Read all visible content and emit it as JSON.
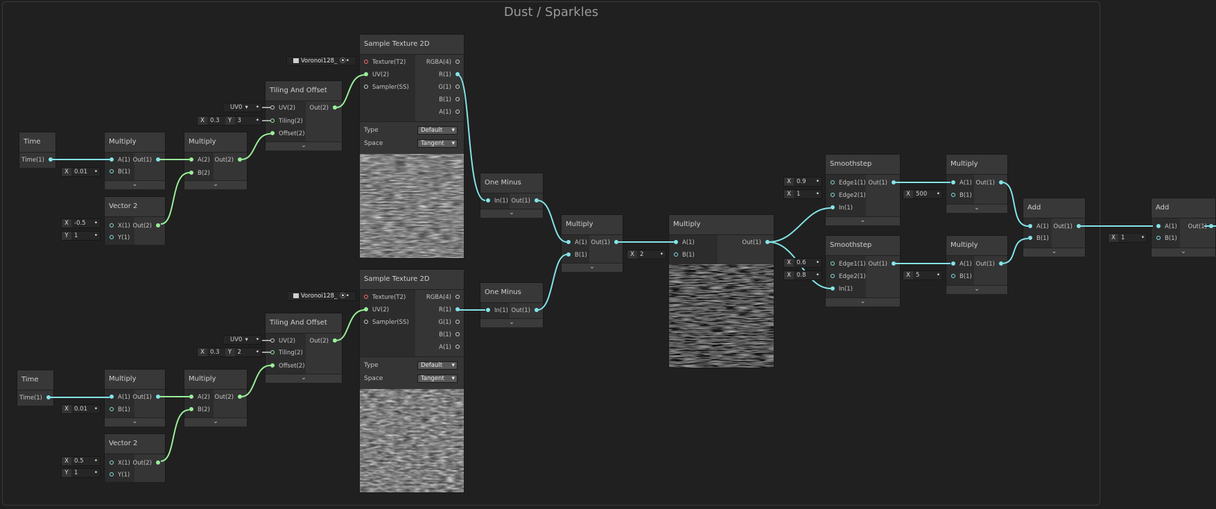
{
  "group": {
    "title": "Dust / Sparkles"
  },
  "colors": {
    "float_wire": "#84e4e7",
    "vector2_wire": "#9af09a",
    "texture_port": "#ff6d6d",
    "background": "#202020",
    "node_body": "#2f2f2f"
  },
  "icons": {
    "collapse": "chevron-down-icon",
    "texture_select": "target-icon"
  },
  "labels": {
    "time": "Time",
    "multiply": "Multiply",
    "vector2": "Vector 2",
    "tiling_offset": "Tiling And Offset",
    "sample_tex": "Sample Texture 2D",
    "one_minus": "One Minus",
    "smoothstep": "Smoothstep",
    "add": "Add",
    "time_out": "Time(1)",
    "a1": "A(1)",
    "b1": "B(1)",
    "a2": "A(2)",
    "b2": "B(2)",
    "out1": "Out(1)",
    "out2": "Out(2)",
    "x1": "X(1)",
    "y1": "Y(1)",
    "uv2": "UV(2)",
    "tiling2": "Tiling(2)",
    "offset2": "Offset(2)",
    "texture_t2": "Texture(T2)",
    "sampler_ss": "Sampler(SS)",
    "rgba4": "RGBA(4)",
    "r1": "R(1)",
    "g1": "G(1)",
    "b1c": "B(1)",
    "a1c": "A(1)",
    "type": "Type",
    "space": "Space",
    "in1": "In(1)",
    "edge1": "Edge1(1)",
    "edge2": "Edge2(1)",
    "chevron": "⌄",
    "x": "X",
    "y": "Y",
    "dot": "•",
    "target": "⦿"
  },
  "fields": {
    "top_time_mult_b": "0.01",
    "top_vec2_x": "-0.5",
    "top_vec2_y": "1",
    "top_tiling_x": "0.3",
    "top_tiling_y": "3",
    "top_uv": "UV0",
    "bot_time_mult_b": "0.01",
    "bot_vec2_x": "0.5",
    "bot_vec2_y": "1",
    "bot_tiling_x": "0.3",
    "bot_tiling_y": "2",
    "bot_uv": "UV0",
    "texture_top": "Voronoi128_",
    "texture_bot": "Voronoi128_",
    "type_top": "Default",
    "space_top": "Tangent",
    "type_bot": "Default",
    "space_bot": "Tangent",
    "mult2_b": "2",
    "smooth1_e1": "0.9",
    "smooth1_e2": "1",
    "smooth2_e1": "0.6",
    "smooth2_e2": "0.8",
    "mult500_b": "500",
    "mult5_b": "5",
    "add2_b": "1"
  }
}
